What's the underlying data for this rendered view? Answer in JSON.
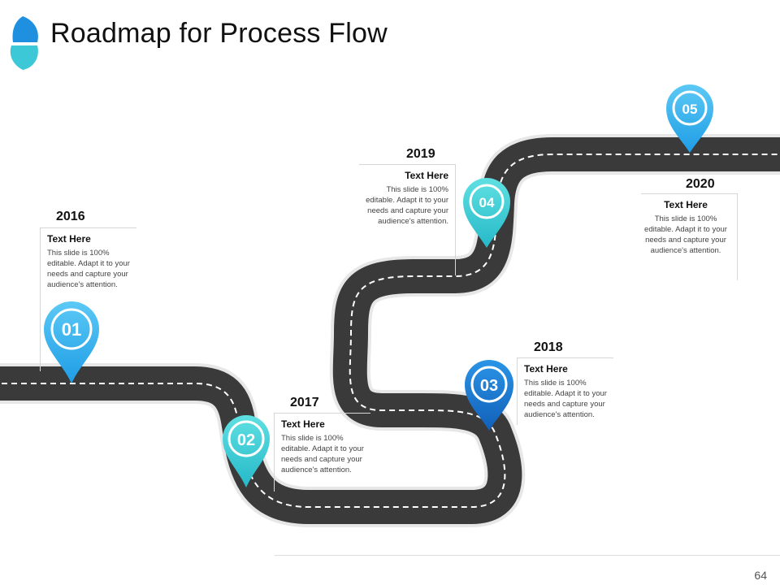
{
  "title": "Roadmap for Process Flow",
  "page_number": "64",
  "colors": {
    "road": "#3a3a3a",
    "blue_light": "#3db7f0",
    "blue_dark": "#1877d2",
    "teal": "#3fd0d4",
    "logo_top": "#1f8fe0",
    "logo_bottom": "#3cc8d6"
  },
  "steps": [
    {
      "number": "01",
      "year": "2016",
      "heading": "Text Here",
      "body": "This slide is 100% editable. Adapt it to your needs and capture your audience's attention."
    },
    {
      "number": "02",
      "year": "2017",
      "heading": "Text Here",
      "body": "This slide is 100% editable. Adapt it to your needs and capture your audience's attention."
    },
    {
      "number": "03",
      "year": "2018",
      "heading": "Text Here",
      "body": "This slide is 100% editable. Adapt it to your needs and capture your audience's attention."
    },
    {
      "number": "04",
      "year": "2019",
      "heading": "Text Here",
      "body": "This slide is 100% editable. Adapt it to your needs and capture your audience's attention."
    },
    {
      "number": "05",
      "year": "2020",
      "heading": "Text Here",
      "body": "This slide is 100% editable. Adapt it to your needs and capture your audience's attention."
    }
  ]
}
